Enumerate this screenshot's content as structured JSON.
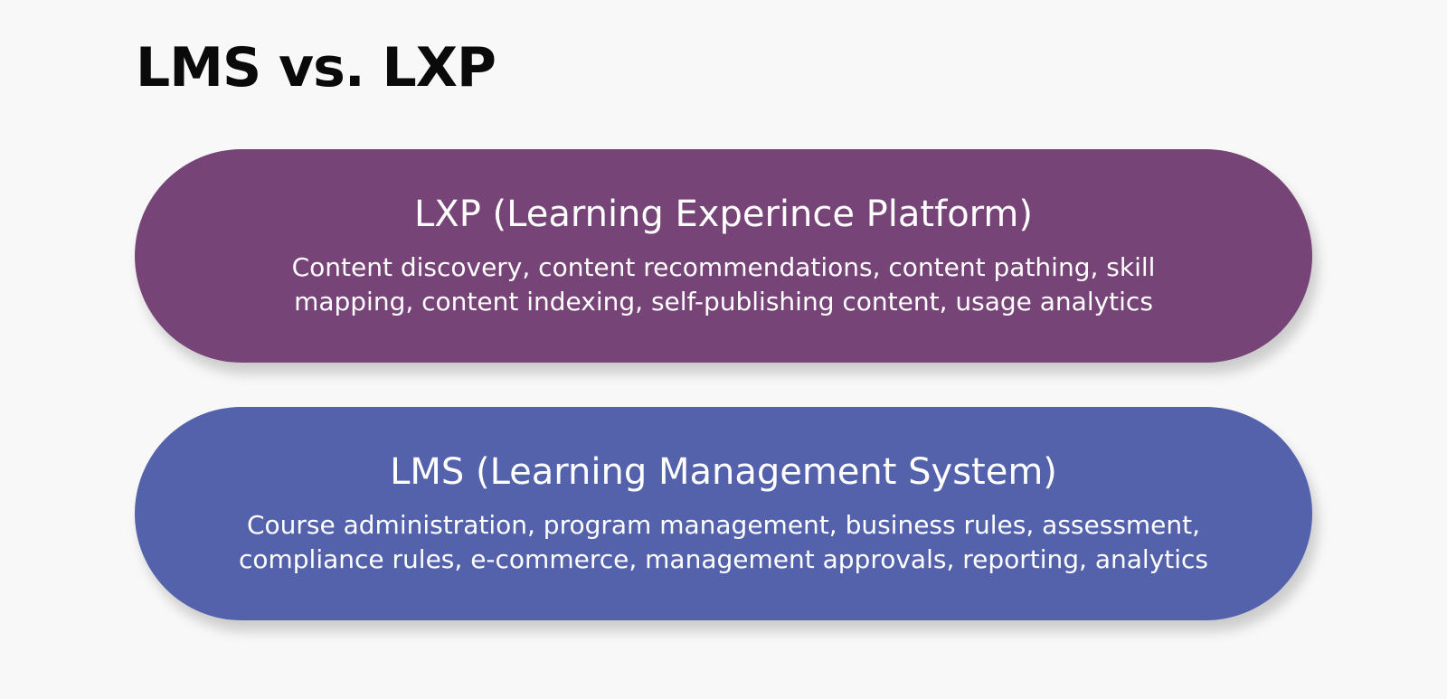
{
  "title": "LMS vs. LXP",
  "colors": {
    "background": "#f8f8f8",
    "lxp_card": "#764476",
    "lms_card": "#5462ac",
    "text_light": "#ffffff",
    "title_text": "#0a0a0a"
  },
  "cards": [
    {
      "title": "LXP (Learning Experince Platform)",
      "description": "Content discovery, content recommendations, content pathing, skill mapping, content indexing, self-publishing content, usage analytics"
    },
    {
      "title": "LMS (Learning Management System)",
      "description": "Course administration, program management, business rules, assessment, compliance rules, e-commerce, management approvals, reporting, analytics"
    }
  ]
}
